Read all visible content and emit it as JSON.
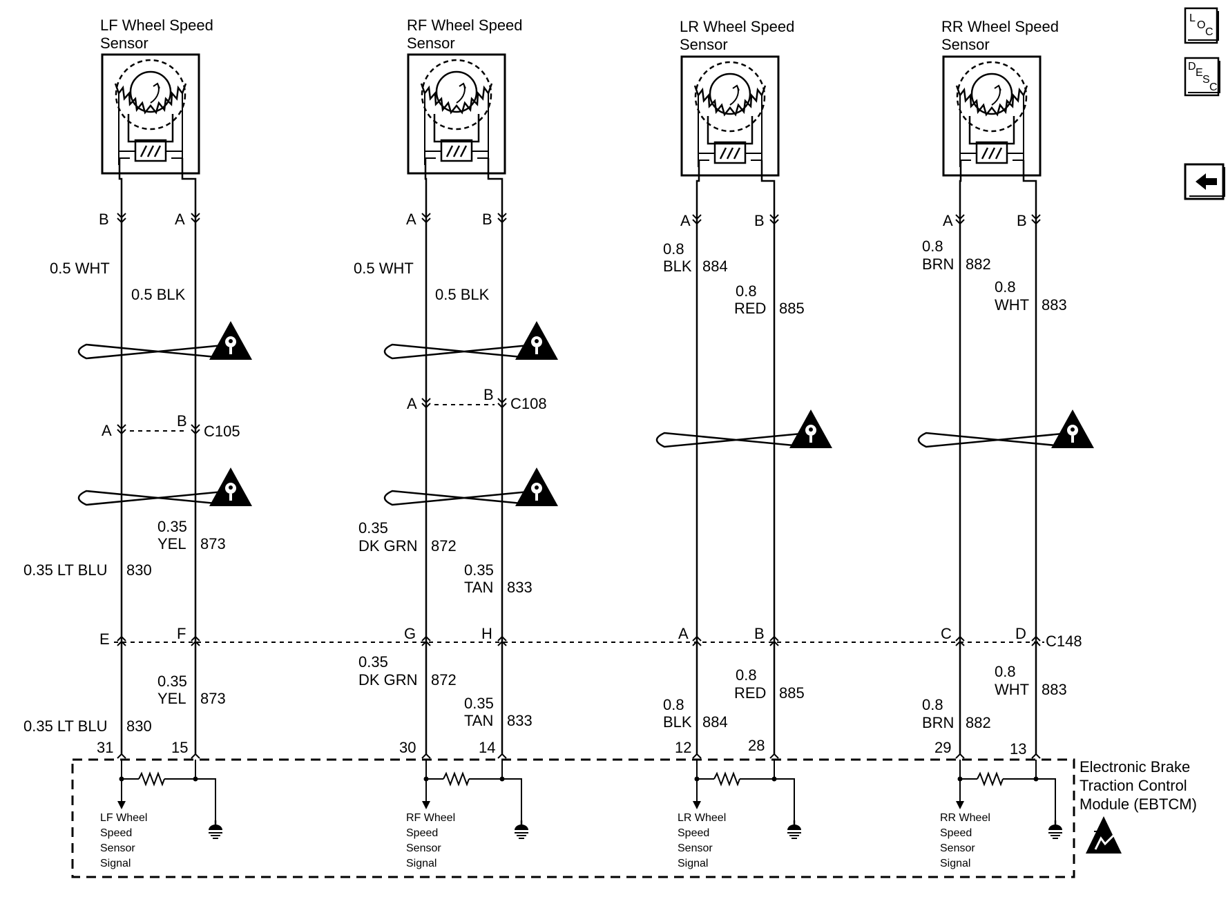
{
  "sensors": [
    {
      "title_line1": "LF Wheel Speed",
      "title_line2": "Sensor",
      "pin_left": "B",
      "pin_right": "A"
    },
    {
      "title_line1": "RF Wheel Speed",
      "title_line2": "Sensor",
      "pin_left": "A",
      "pin_right": "B"
    },
    {
      "title_line1": "LR Wheel Speed",
      "title_line2": "Sensor",
      "pin_left": "A",
      "pin_right": "B"
    },
    {
      "title_line1": "RR Wheel Speed",
      "title_line2": "Sensor",
      "pin_left": "A",
      "pin_right": "B"
    }
  ],
  "upper_wires": {
    "lf_left": "0.5 WHT",
    "lf_right": "0.5 BLK",
    "rf_left": "0.5 WHT",
    "rf_right": "0.5 BLK",
    "lr_left_gauge": "0.8",
    "lr_left_color": "BLK",
    "lr_left_circuit": "884",
    "lr_right_gauge": "0.8",
    "lr_right_color": "RED",
    "lr_right_circuit": "885",
    "rr_left_gauge": "0.8",
    "rr_left_color": "BRN",
    "rr_left_circuit": "882",
    "rr_right_gauge": "0.8",
    "rr_right_color": "WHT",
    "rr_right_circuit": "883"
  },
  "connectors": {
    "c105": {
      "name": "C105",
      "left_pin": "A",
      "right_pin": "B"
    },
    "c108": {
      "name": "C108",
      "left_pin": "A",
      "right_pin": "B"
    },
    "c148": {
      "name": "C148",
      "pins": [
        "E",
        "F",
        "G",
        "H",
        "A",
        "B",
        "C",
        "D"
      ]
    }
  },
  "middle_wires": {
    "lf_right_gauge": "0.35",
    "lf_right_color": "YEL",
    "lf_right_circuit": "873",
    "lf_left_label": "0.35 LT BLU",
    "lf_left_circuit": "830",
    "rf_left_gauge": "0.35",
    "rf_left_color": "DK GRN",
    "rf_left_circuit": "872",
    "rf_right_gauge": "0.35",
    "rf_right_color": "TAN",
    "rf_right_circuit": "833"
  },
  "lower_wires": {
    "lf_right_gauge": "0.35",
    "lf_right_color": "YEL",
    "lf_right_circuit": "873",
    "lf_left_label": "0.35 LT BLU",
    "lf_left_circuit": "830",
    "rf_left_gauge": "0.35",
    "rf_left_color": "DK GRN",
    "rf_left_circuit": "872",
    "rf_right_gauge": "0.35",
    "rf_right_color": "TAN",
    "rf_right_circuit": "833",
    "lr_left_gauge": "0.8",
    "lr_left_color": "BLK",
    "lr_left_circuit": "884",
    "lr_right_gauge": "0.8",
    "lr_right_color": "RED",
    "lr_right_circuit": "885",
    "rr_left_gauge": "0.8",
    "rr_left_color": "BRN",
    "rr_left_circuit": "882",
    "rr_right_gauge": "0.8",
    "rr_right_color": "WHT",
    "rr_right_circuit": "883"
  },
  "module_pins": [
    "31",
    "15",
    "30",
    "14",
    "12",
    "28",
    "29",
    "13"
  ],
  "module": {
    "line1": "Electronic Brake",
    "line2": "Traction Control",
    "line3": "Module (EBTCM)"
  },
  "signals": [
    {
      "l1": "LF Wheel",
      "l2": "Speed",
      "l3": "Sensor",
      "l4": "Signal"
    },
    {
      "l1": "RF Wheel",
      "l2": "Speed",
      "l3": "Sensor",
      "l4": "Signal"
    },
    {
      "l1": "LR Wheel",
      "l2": "Speed",
      "l3": "Sensor",
      "l4": "Signal"
    },
    {
      "l1": "RR Wheel",
      "l2": "Speed",
      "l3": "Sensor",
      "l4": "Signal"
    }
  ],
  "nav": {
    "loc": {
      "a": "L",
      "b": "O",
      "c": "C"
    },
    "desc": {
      "a": "D",
      "b": "E",
      "c": "S",
      "d": "C"
    },
    "back_icon": "back-arrow-icon"
  },
  "icons": {
    "caution": "caution-triangle-icon",
    "esd": "esd-sensitive-icon",
    "ground": "ground-icon"
  }
}
